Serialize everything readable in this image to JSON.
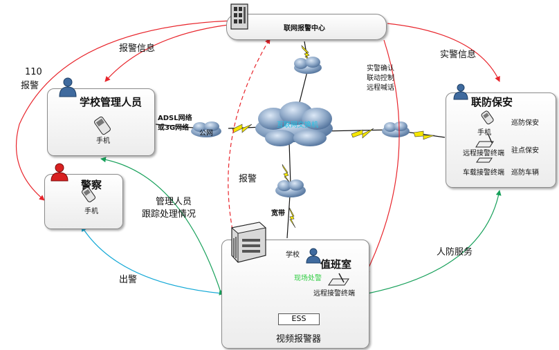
{
  "center": {
    "title": "联网报警中心"
  },
  "school_mgr": {
    "title": "学校管理人员",
    "phone_label": "手机",
    "network_line1": "ADSL网络",
    "network_line2": "或3G网络"
  },
  "police": {
    "title": "警察",
    "phone_label": "手机"
  },
  "security": {
    "title": "联防保安",
    "phone_label": "手机",
    "remote_terminal": "远程接警终端",
    "car_terminal": "车载接警终端",
    "patrol_guard": "巡防保安",
    "stationed_guard": "驻点保安",
    "patrol_car": "巡防车辆"
  },
  "school": {
    "label": "学校",
    "duty_room": "值班室",
    "onsite": "现场处警",
    "remote_terminal": "远程接警终端",
    "ess": "ESS",
    "device": "视频报警器"
  },
  "clouds": {
    "internet": "互联网交换机",
    "public_net": "公网",
    "broadband": "宽带"
  },
  "edges": {
    "alarm_info": "报警信息",
    "police_110_line1": "110",
    "police_110_line2": "报警",
    "real_alarm": "实警信息",
    "confirm_line1": "实警确认",
    "confirm_line2": "联动控制",
    "confirm_line3": "远程喊话",
    "report": "报警",
    "mgr_track_line1": "管理人员",
    "mgr_track_line2": "跟踪处理情况",
    "dispatch": "出警",
    "civil_service": "人防服务"
  },
  "colors": {
    "red": "#e8242b",
    "cyan": "#12a8d6",
    "green": "#17a05a",
    "bolt": "#f5e600",
    "cloud": "#5d7ea6",
    "person": "#3f6a9e",
    "police_person": "#d82020"
  }
}
